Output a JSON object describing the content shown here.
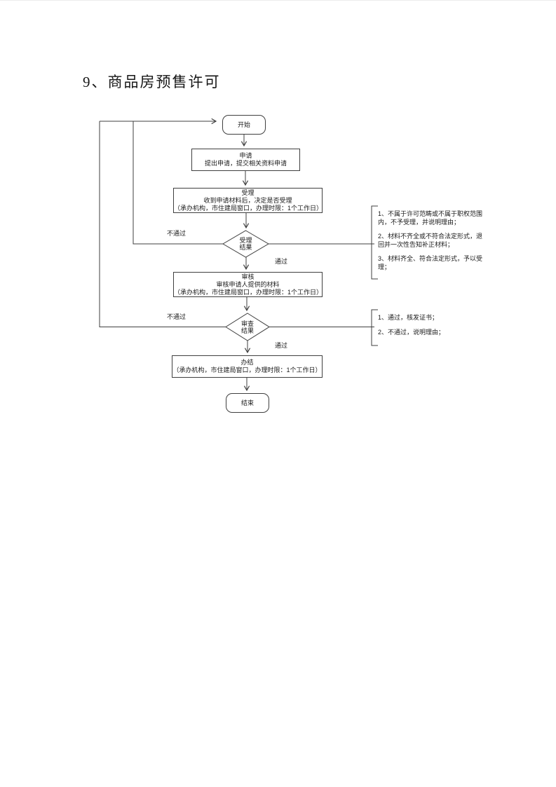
{
  "page": {
    "title": "9、商品房预售许可"
  },
  "flowchart": {
    "start": {
      "label": "开始"
    },
    "apply": {
      "title": "申请",
      "desc": "提出申请，提交相关资料申请"
    },
    "accept": {
      "title": "受理",
      "desc": "收到申请材料后，决定是否受理",
      "note": "（承办机构，市住建局窗口，办理时限：1个工作日）"
    },
    "accept_decision": {
      "line1": "受理",
      "line2": "结果",
      "pass_label": "通过",
      "fail_label": "不通过"
    },
    "review": {
      "title": "审核",
      "desc": "审核申请人提供的材料",
      "note": "（承办机构，市住建局窗口，办理时限：1个工作日）"
    },
    "review_decision": {
      "line1": "审查",
      "line2": "结果",
      "pass_label": "通过",
      "fail_label": "不通过"
    },
    "complete": {
      "title": "办结",
      "note": "（承办机构，市住建局窗口，办理时限：1个工作日）"
    },
    "end": {
      "label": "结束"
    },
    "annotations": {
      "accept_note": {
        "items": [
          "1、不属于许可范畴或不属于职权范围内，不予受理，并说明理由；",
          "2、材料不齐全或不符合法定形式，退回并一次性告知补正材料；",
          "3、材料齐全、符合法定形式，予以受理；"
        ]
      },
      "review_note": {
        "items": [
          "1、通过，核发证书；",
          "2、不通过，说明理由；"
        ]
      }
    }
  },
  "colors": {
    "line": "#3f3f3f",
    "text": "#1a1a1a",
    "background": "#ffffff"
  }
}
